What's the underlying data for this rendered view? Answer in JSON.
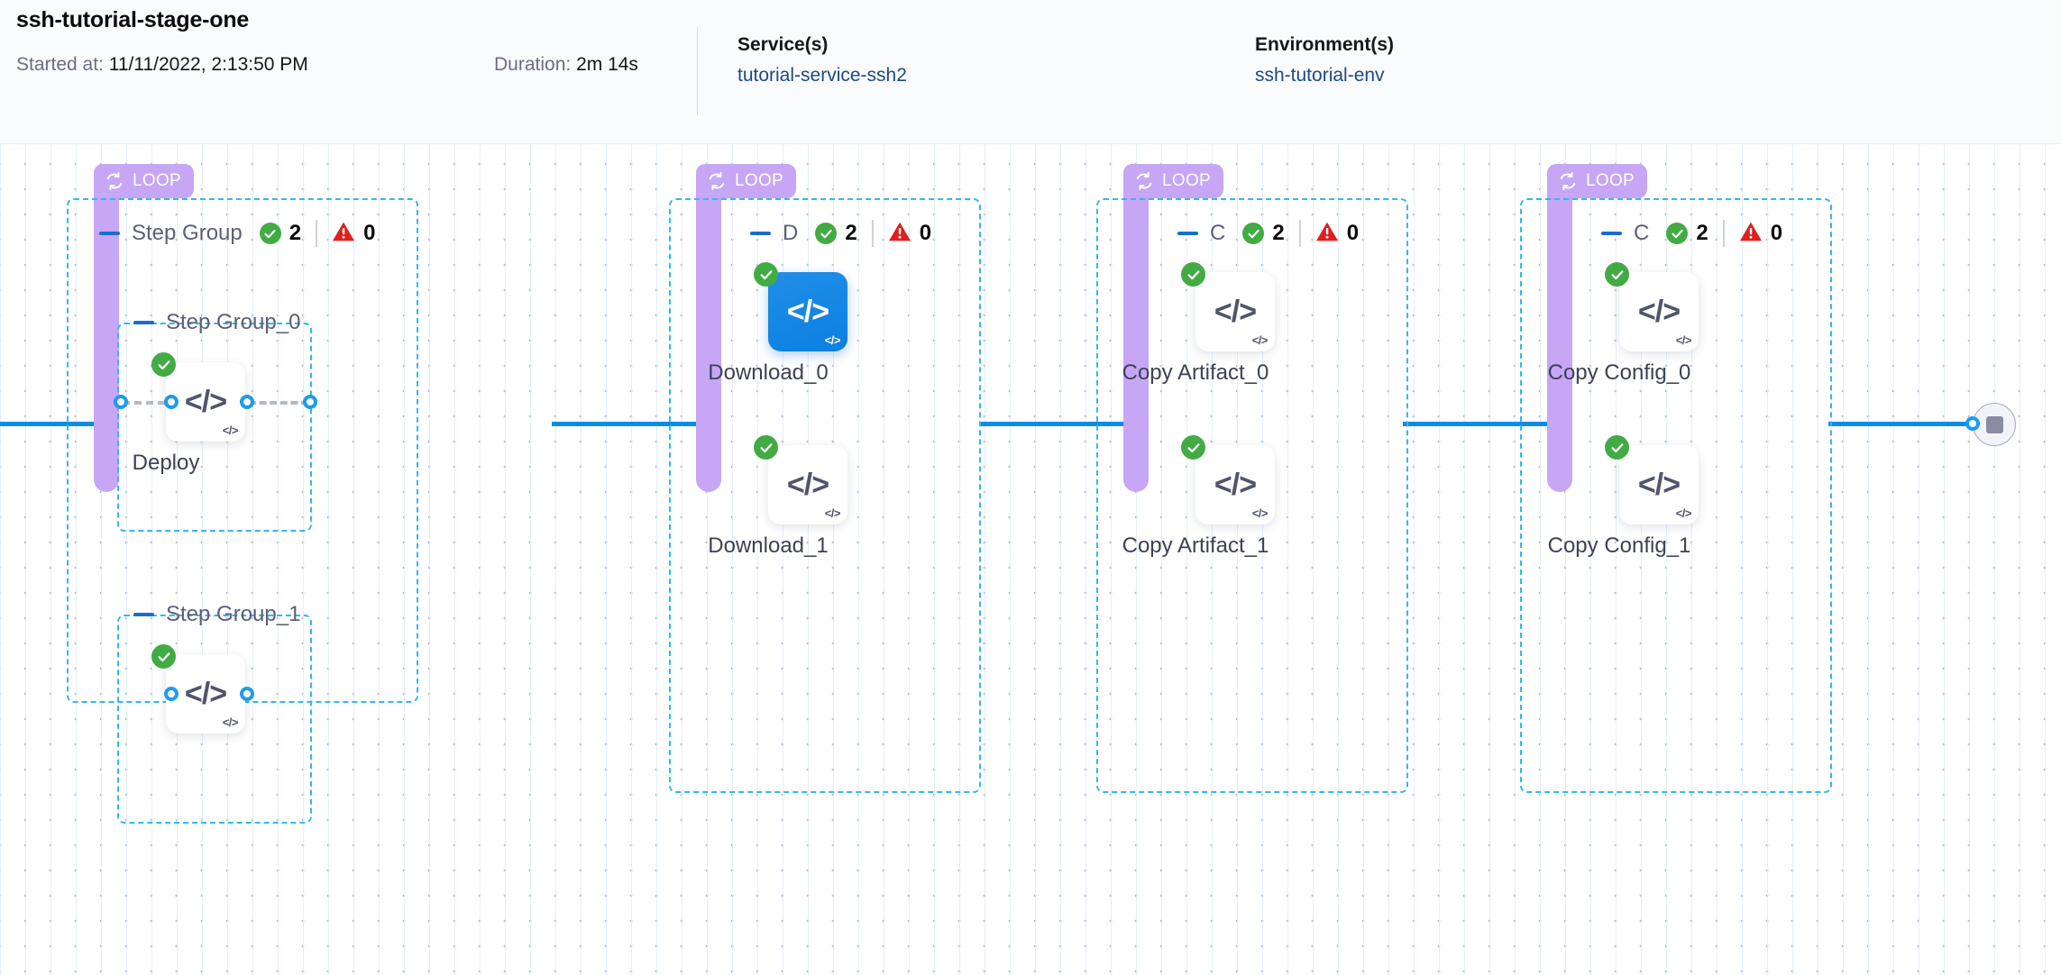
{
  "header": {
    "title": "ssh-tutorial-stage-one",
    "started_label": "Started at:",
    "started_value": "11/11/2022, 2:13:50 PM",
    "duration_label": "Duration:",
    "duration_value": "2m 14s",
    "services_title": "Service(s)",
    "services_value": "tutorial-service-ssh2",
    "environments_title": "Environment(s)",
    "environments_value": "ssh-tutorial-env"
  },
  "colors": {
    "loop_purple": "#c6a6f5",
    "group_border_blue": "#33b7f0",
    "rail_blue": "#0c8ce4",
    "success_green": "#42ab44",
    "error_red": "#e01f1f",
    "selected_node_blue": "#0b7fe0",
    "link_navy": "#1b4b7e"
  },
  "groups": [
    {
      "badge": "LOOP",
      "badge_icon": "loop-icon",
      "label": "Step Group",
      "success_count": "2",
      "error_count": "0",
      "collapse_icon": "collapse-dash-icon",
      "success_icon": "check-circle-icon",
      "error_icon": "warning-triangle-icon",
      "subgroups": [
        {
          "label": "Step Group_0",
          "node": {
            "name": "Deploy",
            "icon": "code-icon",
            "status": "success",
            "selected": false
          }
        },
        {
          "label": "Step Group_1",
          "node": {
            "name": "",
            "icon": "code-icon",
            "status": "success",
            "selected": false
          }
        }
      ]
    },
    {
      "badge": "LOOP",
      "badge_icon": "loop-icon",
      "label": "D",
      "success_count": "2",
      "error_count": "0",
      "collapse_icon": "collapse-dash-icon",
      "success_icon": "check-circle-icon",
      "error_icon": "warning-triangle-icon",
      "nodes": [
        {
          "name": "Download_0",
          "icon": "code-icon",
          "status": "success",
          "selected": true
        },
        {
          "name": "Download_1",
          "icon": "code-icon",
          "status": "success",
          "selected": false
        }
      ]
    },
    {
      "badge": "LOOP",
      "badge_icon": "loop-icon",
      "label": "C",
      "success_count": "2",
      "error_count": "0",
      "collapse_icon": "collapse-dash-icon",
      "success_icon": "check-circle-icon",
      "error_icon": "warning-triangle-icon",
      "nodes": [
        {
          "name": "Copy Artifact_0",
          "icon": "code-icon",
          "status": "success",
          "selected": false
        },
        {
          "name": "Copy Artifact_1",
          "icon": "code-icon",
          "status": "success",
          "selected": false
        }
      ]
    },
    {
      "badge": "LOOP",
      "badge_icon": "loop-icon",
      "label": "C",
      "success_count": "2",
      "error_count": "0",
      "collapse_icon": "collapse-dash-icon",
      "success_icon": "check-circle-icon",
      "error_icon": "warning-triangle-icon",
      "nodes": [
        {
          "name": "Copy Config_0",
          "icon": "code-icon",
          "status": "success",
          "selected": false
        },
        {
          "name": "Copy Config_1",
          "icon": "code-icon",
          "status": "success",
          "selected": false
        }
      ]
    }
  ],
  "end_node": {
    "icon": "stop-square-icon"
  },
  "glyphs": {
    "code": "</>",
    "code_mini": "</>"
  }
}
